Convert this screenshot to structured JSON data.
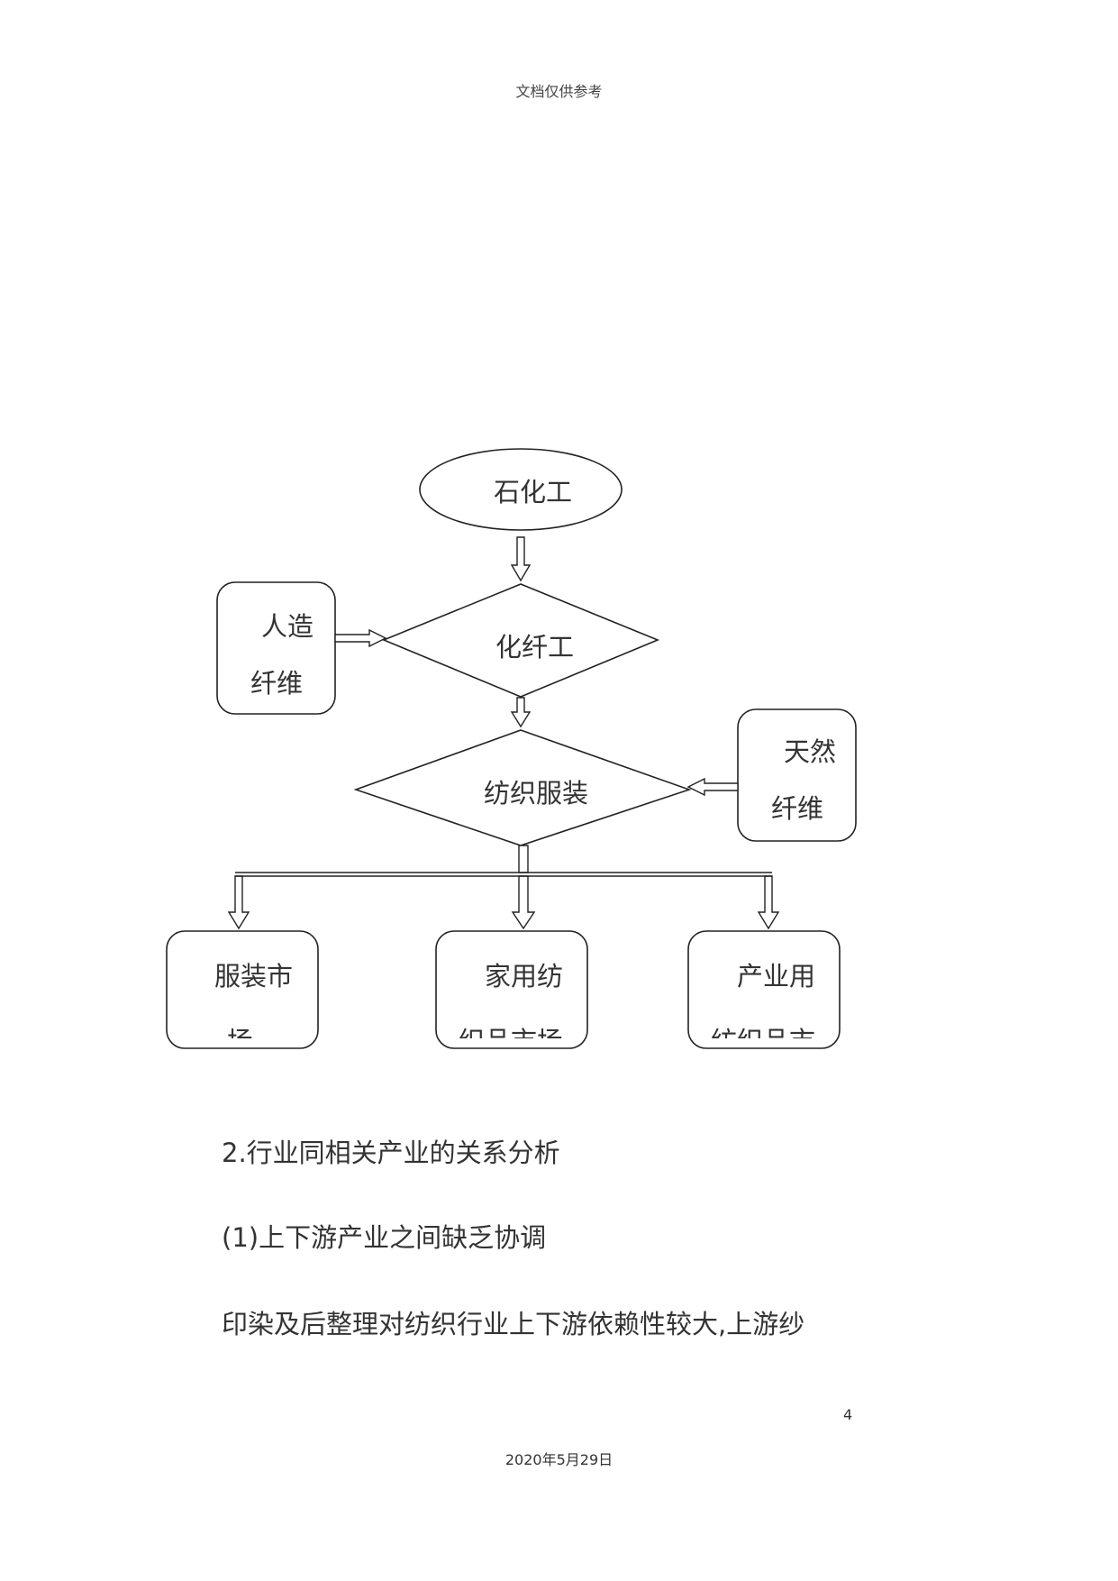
{
  "header": {
    "text": "文档仅供参考"
  },
  "diagram": {
    "nodes": {
      "petrochem": "石化工",
      "chem_fiber": "化纤工",
      "textile": "纺织服装",
      "manmade": [
        "人造",
        "纤维"
      ],
      "natural": [
        "天然",
        "纤维"
      ],
      "apparel_market": [
        "服装市",
        "场"
      ],
      "home_textile": [
        "家用纺",
        "织品市场"
      ],
      "industrial": [
        "产业用",
        "纺织品市"
      ]
    }
  },
  "body": {
    "heading": "2.行业同相关产业的关系分析",
    "subheading": "(1)上下游产业之间缺乏协调",
    "paragraph": "印染及后整理对纺织行业上下游依赖性较大,上游纱"
  },
  "footer": {
    "page_number": "4",
    "date": "2020年5月29日"
  }
}
